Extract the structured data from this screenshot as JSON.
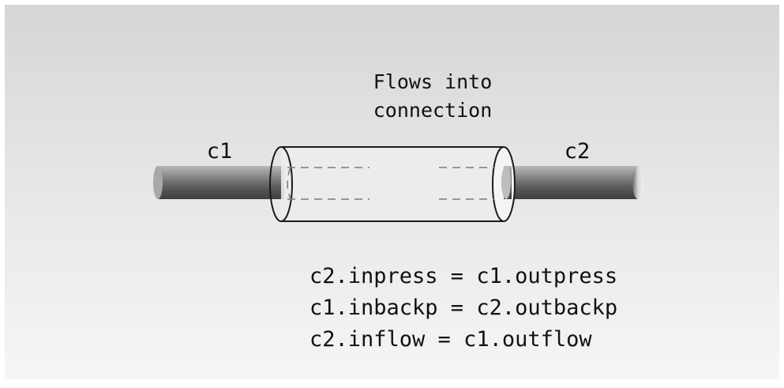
{
  "diagram": {
    "caption": {
      "line1": "Flows into",
      "line2": "connection"
    },
    "left_connector_label": "c1",
    "right_connector_label": "c2",
    "equations": [
      "c2.inpress = c1.outpress",
      "c1.inbackp = c2.outbackp",
      "c2.inflow = c1.outflow"
    ]
  }
}
